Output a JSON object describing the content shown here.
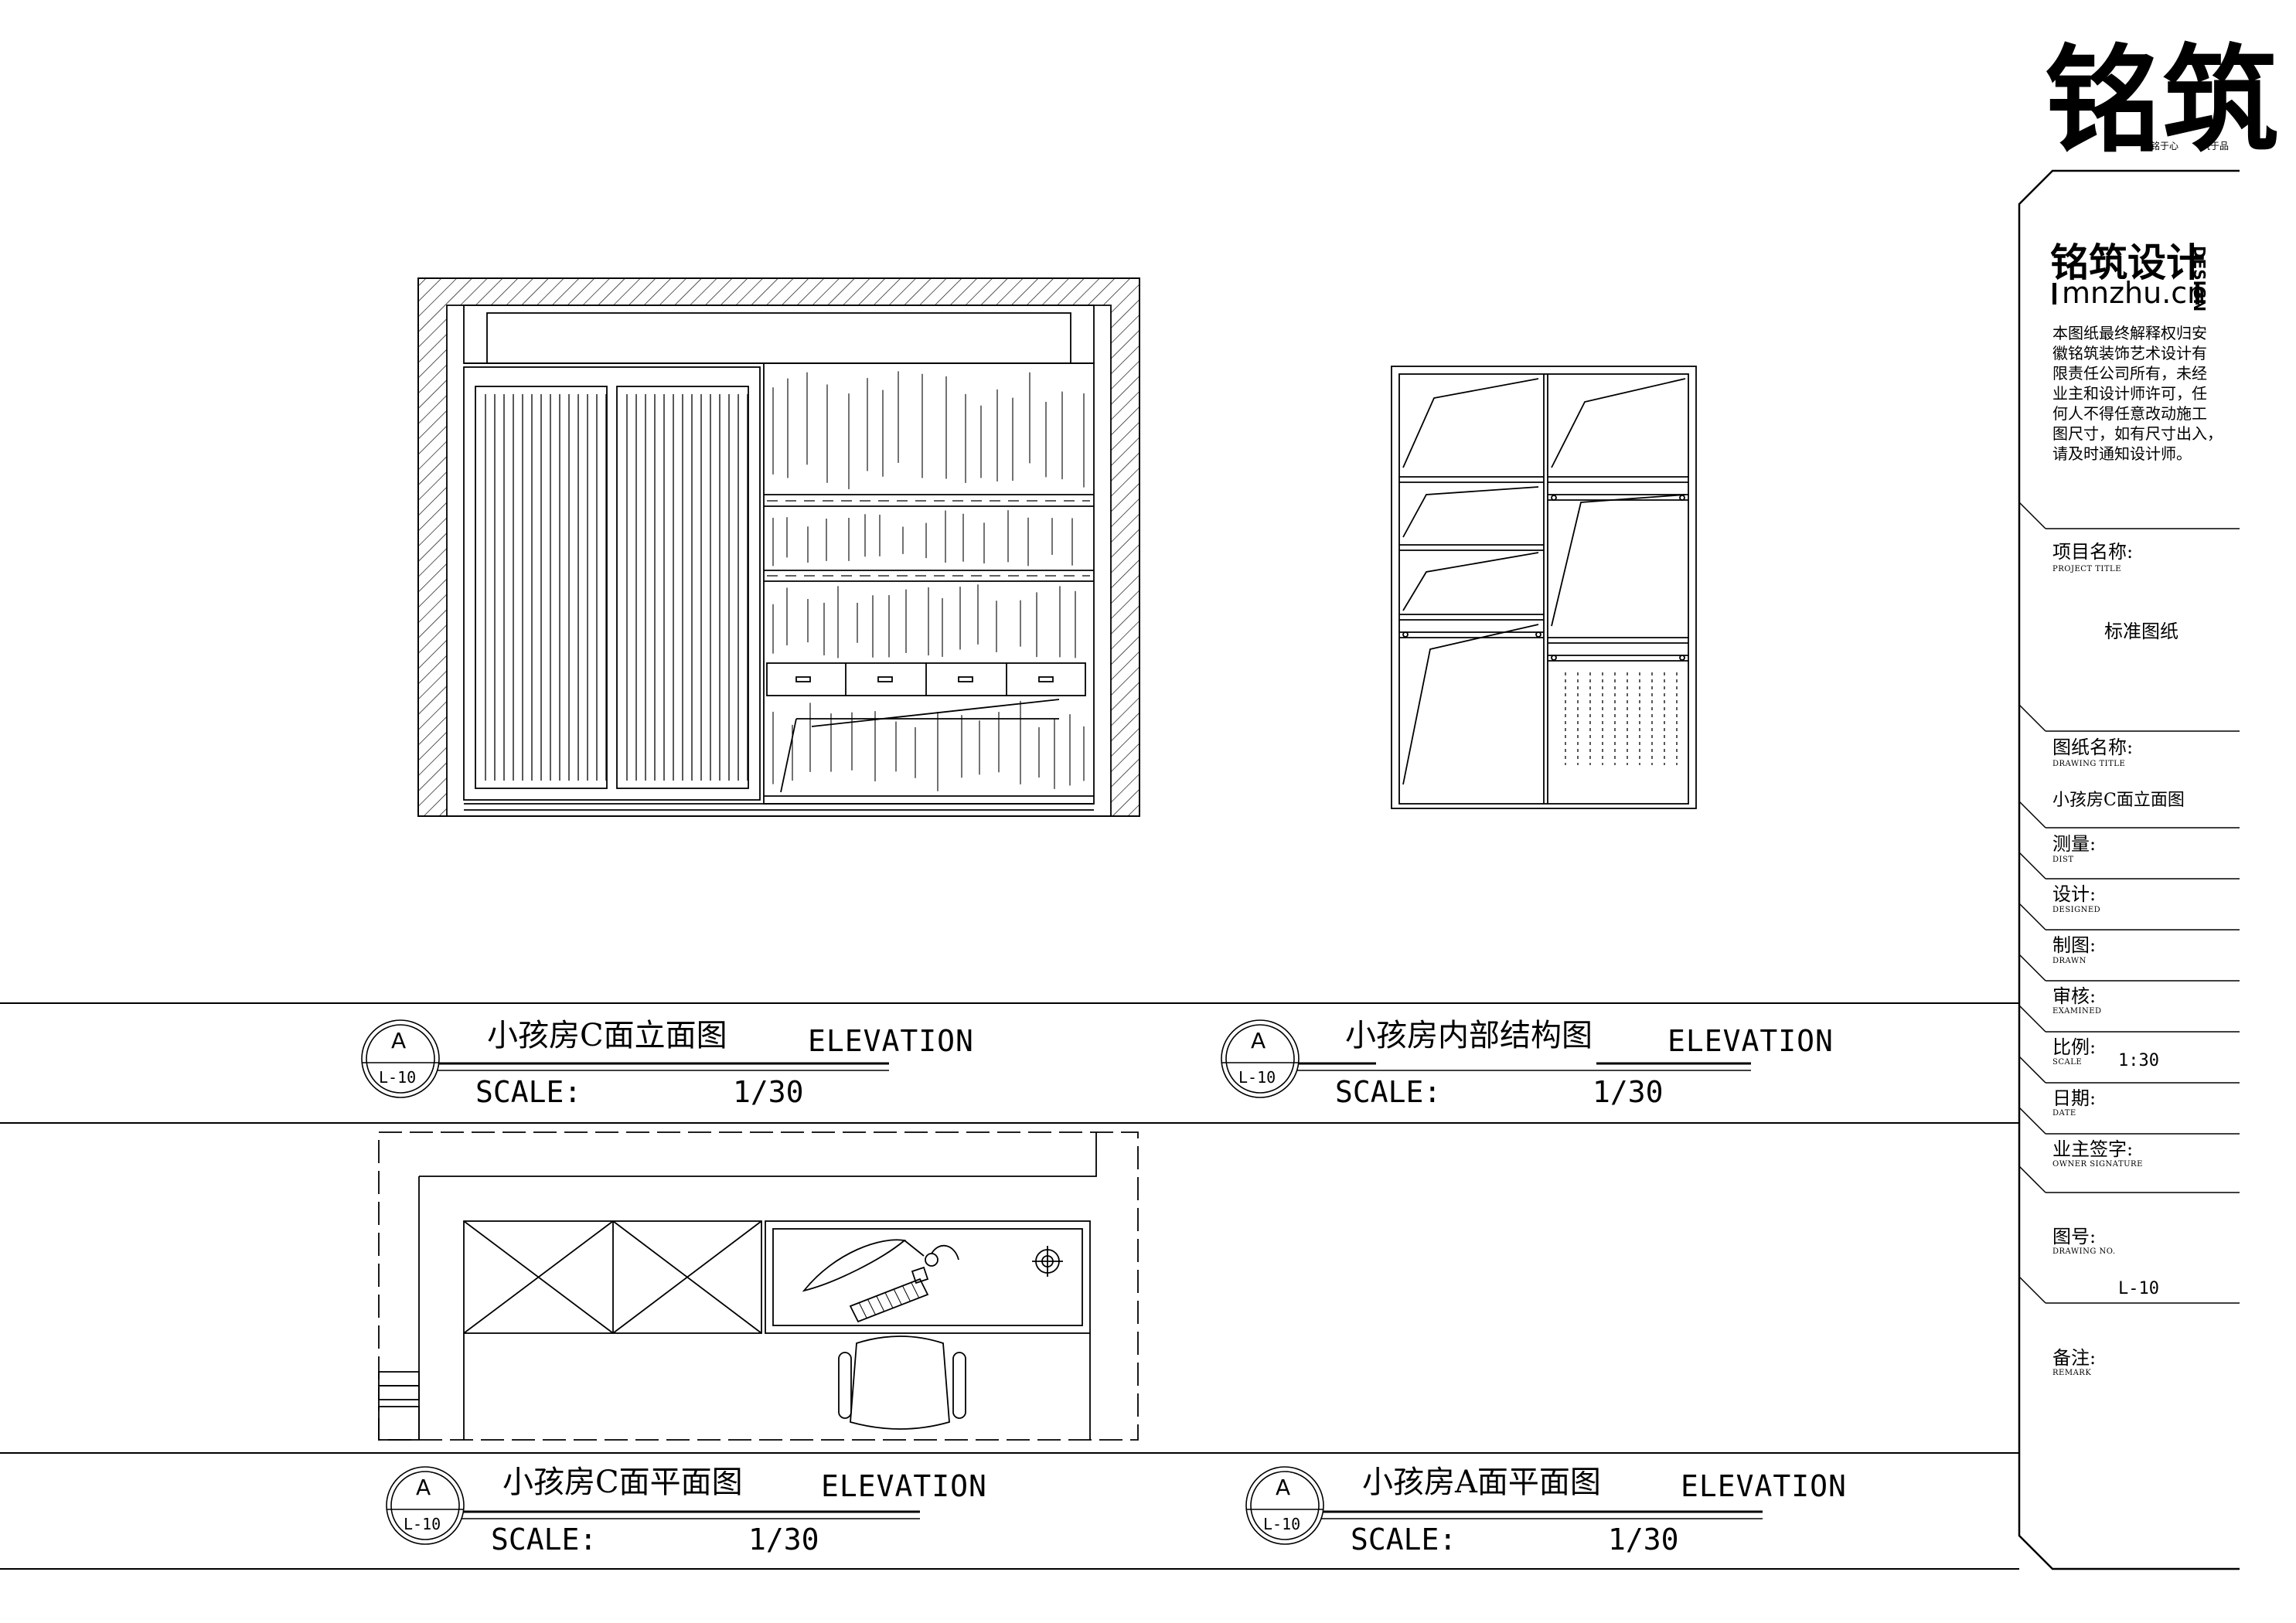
{
  "brand": {
    "logo_text": "铭筑",
    "logo_sub_left": "铭于心",
    "logo_sub_right": "筑于品",
    "company_cn": "铭筑设计",
    "design_en": "DESIGN",
    "url": "mnzhu.cn",
    "notice": [
      "本图纸最终解释权归安",
      "徽铭筑装饰艺术设计有",
      "限责任公司所有，未经",
      "业主和设计师许可，任",
      "何人不得任意改动施工",
      "图尺寸，如有尺寸出入，",
      "请及时通知设计师。"
    ]
  },
  "title_block": {
    "project_label": "项目名称:",
    "project_label_en": "PROJECT TITLE",
    "project_value": "标准图纸",
    "drawing_label": "图纸名称:",
    "drawing_label_en": "DRAWING TITLE",
    "drawing_value": "小孩房C面立面图",
    "measure_label": "测量:",
    "measure_label_en": "DIST",
    "design_label": "设计:",
    "design_label_en": "DESIGNED",
    "draw_label": "制图:",
    "draw_label_en": "DRAWN",
    "review_label": "审核:",
    "review_label_en": "EXAMINED",
    "scale_label": "比例:",
    "scale_label_en": "SCALE",
    "scale_value": "1:30",
    "date_label": "日期:",
    "date_label_en": "DATE",
    "owner_label": "业主签字:",
    "owner_label_en": "OWNER SIGNATURE",
    "number_label": "图号:",
    "number_label_en": "DRAWING NO.",
    "number_value": "L-10",
    "remark_label": "备注:",
    "remark_label_en": "REMARK"
  },
  "captions": [
    {
      "symbol_top": "A",
      "symbol_bottom": "L-10",
      "title": "小孩房C面立面图",
      "type": "ELEVATION",
      "scale_word": "SCALE:",
      "scale": "1/30"
    },
    {
      "symbol_top": "A",
      "symbol_bottom": "L-10",
      "title": "小孩房内部结构图",
      "type": "ELEVATION",
      "scale_word": "SCALE:",
      "scale": "1/30"
    },
    {
      "symbol_top": "A",
      "symbol_bottom": "L-10",
      "title": "小孩房C面平面图",
      "type": "ELEVATION",
      "scale_word": "SCALE:",
      "scale": "1/30"
    },
    {
      "symbol_top": "A",
      "symbol_bottom": "L-10",
      "title": "小孩房A面平面图",
      "type": "ELEVATION",
      "scale_word": "SCALE:",
      "scale": "1/30"
    }
  ]
}
